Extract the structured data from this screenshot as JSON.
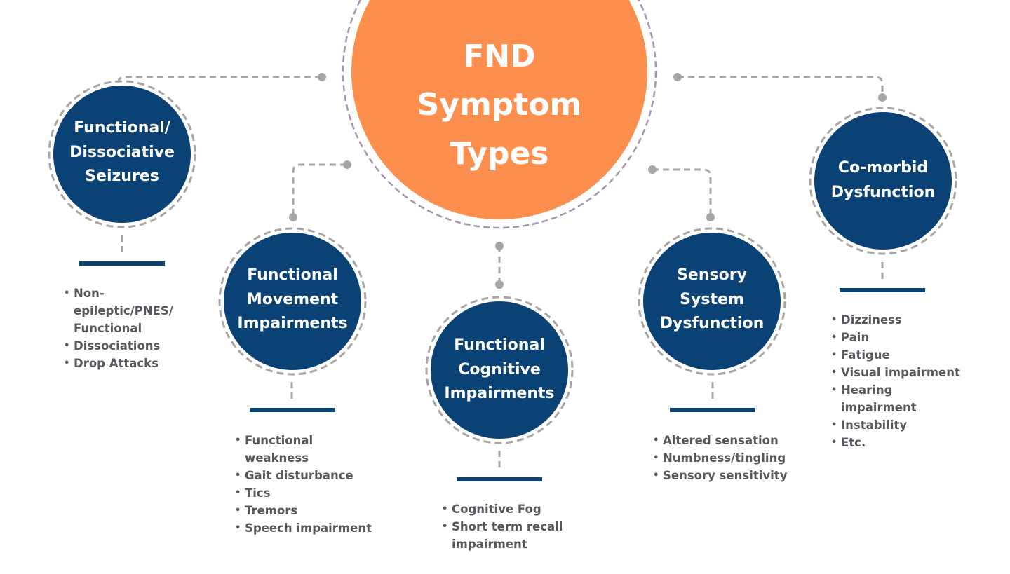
{
  "colors": {
    "center_fill": "#fc8f4d",
    "node_fill": "#0b4275",
    "connector": "#a6a6a6",
    "center_ring": "#a793b8",
    "list_text": "#55585c"
  },
  "center": {
    "title_lines": [
      "FND",
      "Symptom",
      "Types"
    ]
  },
  "nodes": [
    {
      "id": "seizures",
      "title_lines": [
        "Functional/",
        "Dissociative",
        "Seizures"
      ],
      "items": [
        "Non-epileptic/PNES/Functional",
        "Dissociations",
        "Drop Attacks"
      ],
      "item_lines": [
        [
          "Non-",
          "epileptic/PNES/",
          "Functional"
        ],
        [
          "Dissociations"
        ],
        [
          "Drop Attacks"
        ]
      ]
    },
    {
      "id": "movement",
      "title_lines": [
        "Functional",
        "Movement",
        "Impairments"
      ],
      "items": [
        "Functional weakness",
        "Gait disturbance",
        "Tics",
        "Tremors",
        "Speech impairment"
      ],
      "item_lines": [
        [
          "Functional",
          "weakness"
        ],
        [
          "Gait disturbance"
        ],
        [
          "Tics"
        ],
        [
          "Tremors"
        ],
        [
          "Speech impairment"
        ]
      ]
    },
    {
      "id": "cognitive",
      "title_lines": [
        "Functional",
        "Cognitive",
        "Impairments"
      ],
      "items": [
        "Cognitive Fog",
        "Short term recall impairment"
      ],
      "item_lines": [
        [
          "Cognitive Fog"
        ],
        [
          "Short term recall",
          "impairment"
        ]
      ]
    },
    {
      "id": "sensory",
      "title_lines": [
        "Sensory",
        "System",
        "Dysfunction"
      ],
      "items": [
        "Altered sensation",
        "Numbness/tingling",
        "Sensory sensitivity"
      ],
      "item_lines": [
        [
          "Altered sensation"
        ],
        [
          "Numbness/tingling"
        ],
        [
          "Sensory sensitivity"
        ]
      ]
    },
    {
      "id": "comorbid",
      "title_lines": [
        "Co-morbid",
        "Dysfunction"
      ],
      "items": [
        "Dizziness",
        "Pain",
        "Fatigue",
        "Visual impairment",
        "Hearing impairment",
        "Instability",
        "Etc."
      ],
      "item_lines": [
        [
          "Dizziness"
        ],
        [
          "Pain"
        ],
        [
          "Fatigue"
        ],
        [
          "Visual impairment"
        ],
        [
          "Hearing",
          "impairment"
        ],
        [
          "Instability"
        ],
        [
          "Etc."
        ]
      ]
    }
  ]
}
